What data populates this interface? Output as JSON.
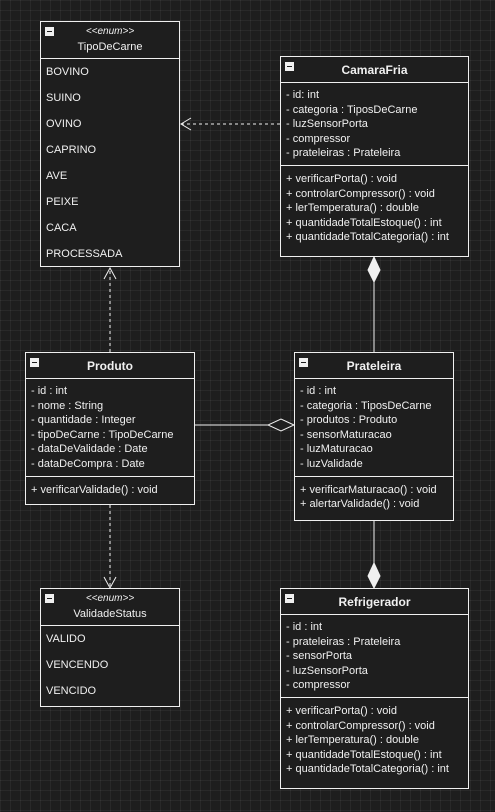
{
  "tipo_de_carne": {
    "stereotype": "<<enum>>",
    "name": "TipoDeCarne",
    "values": [
      "BOVINO",
      "SUINO",
      "OVINO",
      "CAPRINO",
      "AVE",
      "PEIXE",
      "CACA",
      "PROCESSADA"
    ]
  },
  "camara_fria": {
    "name": "CamaraFria",
    "attributes": [
      "- id: int",
      "- categoria : TiposDeCarne",
      "- luzSensorPorta",
      "- compressor",
      "- prateleiras : Prateleira"
    ],
    "operations": [
      "+ verificarPorta() : void",
      "+ controlarCompressor() : void",
      "+ lerTemperatura() : double",
      "+ quantidadeTotalEstoque() : int",
      "+ quantidadeTotalCategoria() : int"
    ]
  },
  "produto": {
    "name": "Produto",
    "attributes": [
      "- id : int",
      "- nome : String",
      "- quantidade : Integer",
      "- tipoDeCarne : TipoDeCarne",
      "- dataDeValidade : Date",
      "- dataDeCompra : Date"
    ],
    "operations": [
      "+ verificarValidade() : void"
    ]
  },
  "prateleira": {
    "name": "Prateleira",
    "attributes": [
      "- id : int",
      "- categoria : TiposDeCarne",
      "- produtos : Produto",
      "- sensorMaturacao",
      "- luzMaturacao",
      "- luzValidade"
    ],
    "operations": [
      "+ verificarMaturacao() : void",
      "+ alertarValidade() : void"
    ]
  },
  "validade_status": {
    "stereotype": "<<enum>>",
    "name": "ValidadeStatus",
    "values": [
      "VALIDO",
      "VENCENDO",
      "VENCIDO"
    ]
  },
  "refrigerador": {
    "name": "Refrigerador",
    "attributes": [
      "- id : int",
      "- prateleiras : Prateleira",
      "- sensorPorta",
      "- luzSensorPorta",
      "- compressor"
    ],
    "operations": [
      "+ verificarPorta() : void",
      "+ controlarCompressor() : void",
      "+ lerTemperatura() : double",
      "+ quantidadeTotalEstoque() : int",
      "+ quantidadeTotalCategoria() : int"
    ]
  },
  "relationships": [
    {
      "type": "dependency",
      "from": "CamaraFria",
      "to": "TipoDeCarne"
    },
    {
      "type": "dependency",
      "from": "Produto",
      "to": "TipoDeCarne"
    },
    {
      "type": "dependency",
      "from": "Produto",
      "to": "ValidadeStatus"
    },
    {
      "type": "aggregation",
      "whole": "Prateleira",
      "part": "Produto"
    },
    {
      "type": "composition",
      "whole": "CamaraFria",
      "part": "Prateleira"
    },
    {
      "type": "composition",
      "whole": "Refrigerador",
      "part": "Prateleira"
    }
  ],
  "colors": {
    "background": "#1e1e1e",
    "line": "#f0f0f0",
    "grid": "#2b2b2b"
  }
}
